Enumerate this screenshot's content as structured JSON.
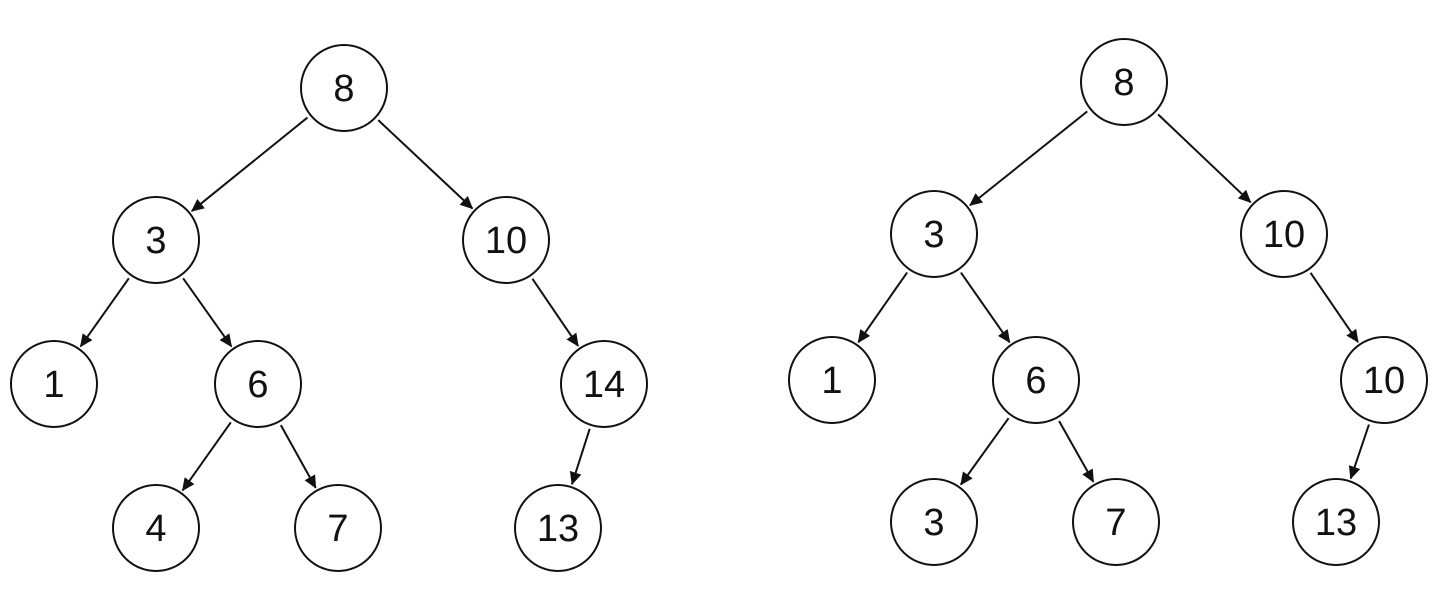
{
  "trees": [
    {
      "nodes": [
        {
          "id": "a8",
          "label": "8"
        },
        {
          "id": "a3",
          "label": "3"
        },
        {
          "id": "a10",
          "label": "10"
        },
        {
          "id": "a1",
          "label": "1"
        },
        {
          "id": "a6",
          "label": "6"
        },
        {
          "id": "a14",
          "label": "14"
        },
        {
          "id": "a4",
          "label": "4"
        },
        {
          "id": "a7",
          "label": "7"
        },
        {
          "id": "a13",
          "label": "13"
        }
      ],
      "edges": [
        {
          "from": "a8",
          "to": "a3"
        },
        {
          "from": "a8",
          "to": "a10"
        },
        {
          "from": "a3",
          "to": "a1"
        },
        {
          "from": "a3",
          "to": "a6"
        },
        {
          "from": "a10",
          "to": "a14"
        },
        {
          "from": "a6",
          "to": "a4"
        },
        {
          "from": "a6",
          "to": "a7"
        },
        {
          "from": "a14",
          "to": "a13"
        }
      ]
    },
    {
      "nodes": [
        {
          "id": "b8",
          "label": "8"
        },
        {
          "id": "b3",
          "label": "3"
        },
        {
          "id": "b10",
          "label": "10"
        },
        {
          "id": "b1",
          "label": "1"
        },
        {
          "id": "b6",
          "label": "6"
        },
        {
          "id": "b10r",
          "label": "10"
        },
        {
          "id": "b3l",
          "label": "3"
        },
        {
          "id": "b7",
          "label": "7"
        },
        {
          "id": "b13",
          "label": "13"
        }
      ],
      "edges": [
        {
          "from": "b8",
          "to": "b3"
        },
        {
          "from": "b8",
          "to": "b10"
        },
        {
          "from": "b3",
          "to": "b1"
        },
        {
          "from": "b3",
          "to": "b6"
        },
        {
          "from": "b10",
          "to": "b10r"
        },
        {
          "from": "b6",
          "to": "b3l"
        },
        {
          "from": "b6",
          "to": "b7"
        },
        {
          "from": "b10r",
          "to": "b13"
        }
      ]
    }
  ]
}
